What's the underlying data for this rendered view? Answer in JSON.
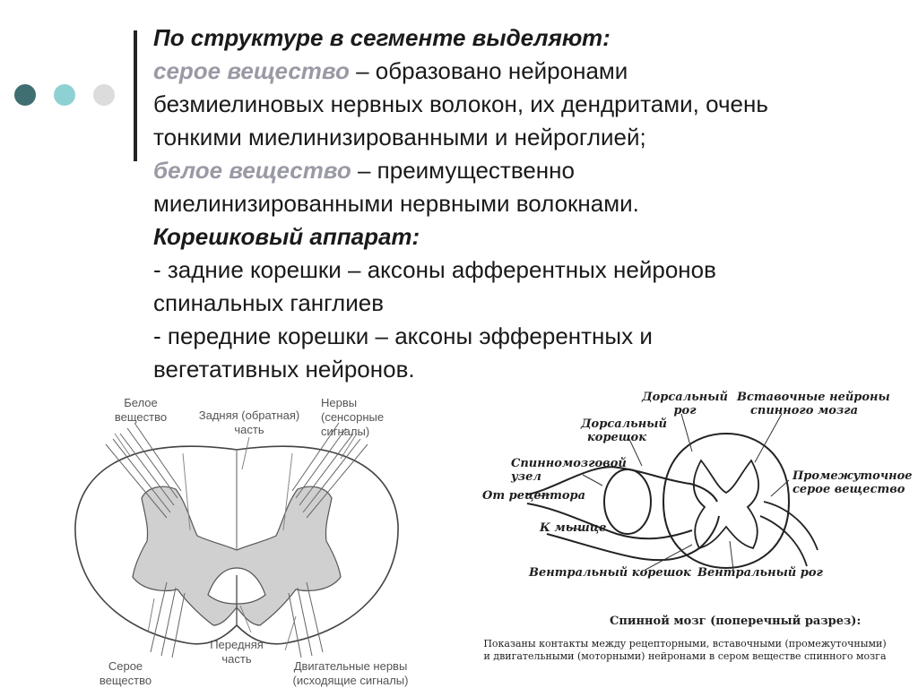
{
  "colors": {
    "dot1": "#3f6f70",
    "dot2": "#8fd1d3",
    "dot3": "#dcdcdc",
    "highlight": "#9a9aa6",
    "text": "#1a1a1a"
  },
  "slide": {
    "line1": "По структуре в сегменте выделяют:",
    "grey_term": "серое вещество",
    "grey_def_part1": " – образовано нейронами",
    "grey_def_part2": "безмиелиновых нервных волокон, их дендритами, очень",
    "grey_def_part3": "тонкими миелинизированными и нейроглией;",
    "white_term": "белое вещество",
    "white_def_part1": " – преимущественно",
    "white_def_part2": "миелинизированными нервными волокнами.",
    "root_heading": "Корешковый аппарат:",
    "posterior_line1": "- задние корешки – аксоны афферентных нейронов",
    "posterior_line2": "спинальных ганглиев",
    "anterior_line1": "- передние корешки – аксоны эфферентных и",
    "anterior_line2": "вегетативных нейронов."
  },
  "left_figure": {
    "white_matter_1": "Белое",
    "white_matter_2": "вещество",
    "posterior_1": "Задняя (обратная)",
    "posterior_2": "часть",
    "nerves_1": "Нервы",
    "nerves_2": "(сенсорные",
    "nerves_3": "сигналы)",
    "anterior_1": "Передняя",
    "anterior_2": "часть",
    "grey_matter_1": "Серое",
    "grey_matter_2": "вещество",
    "motor_1": "Двигательные нервы",
    "motor_2": "(исходящие сигналы)"
  },
  "right_figure": {
    "dorsal_horn_1": "Дорсальный",
    "dorsal_horn_2": "рог",
    "interneurons_1": "Вставочные нейроны",
    "interneurons_2": "спинного мозга",
    "dorsal_root_1": "Дорсальный",
    "dorsal_root_2": "корешок",
    "spinal_node_1": "Спинномозговой",
    "spinal_node_2": "узел",
    "from_receptor": "От рецептора",
    "to_muscle": "К мышце",
    "intermediate_1": "Промежуточное",
    "intermediate_2": "серое вещество",
    "ventral_root": "Вентральный корешок",
    "ventral_horn": "Вентральный рог",
    "caption_title": "Спинной мозг (поперечный разрез):",
    "caption_body": "Показаны контакты между рецепторными, вставочными (промежуточными) и двигательными (моторными) нейронами в сером веществе спинного мозга"
  }
}
